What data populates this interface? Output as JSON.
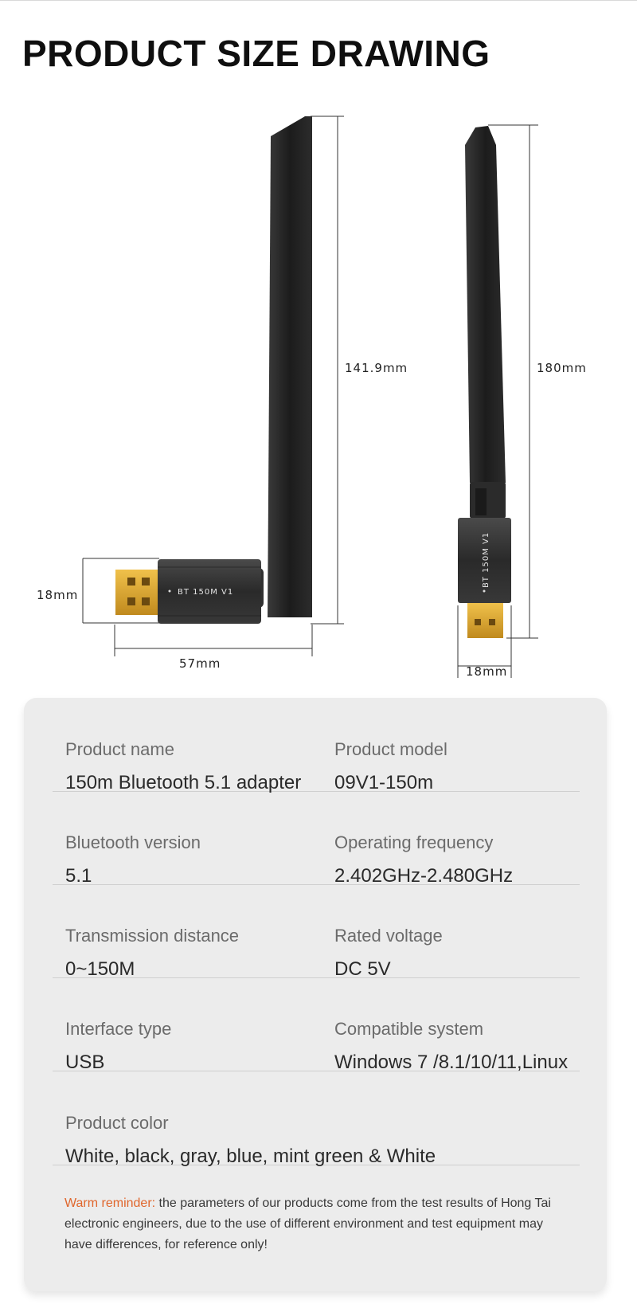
{
  "page": {
    "title": "PRODUCT SIZE DRAWING"
  },
  "drawing": {
    "side_view": {
      "device_print": "BT 150M V1",
      "height_label": "141.9mm",
      "body_height_label": "18mm",
      "length_label": "57mm"
    },
    "front_view": {
      "device_print": "BT 150M V1",
      "height_label": "180mm",
      "width_label": "18mm"
    }
  },
  "specs": {
    "rows": [
      [
        {
          "label": "Product name",
          "value": "150m Bluetooth 5.1 adapter"
        },
        {
          "label": "Product model",
          "value": "09V1-150m"
        }
      ],
      [
        {
          "label": "Bluetooth version",
          "value": "5.1"
        },
        {
          "label": "Operating frequency",
          "value": "2.402GHz-2.480GHz"
        }
      ],
      [
        {
          "label": "Transmission distance",
          "value": "0~150M"
        },
        {
          "label": "Rated voltage",
          "value": "DC 5V"
        }
      ],
      [
        {
          "label": "Interface type",
          "value": "USB"
        },
        {
          "label": "Compatible system",
          "value": "Windows 7 /8.1/10/11,Linux"
        }
      ],
      [
        {
          "label": "Product color",
          "value": "White, black, gray, blue, mint green & White"
        }
      ]
    ],
    "reminder": {
      "prefix": "Warm reminder:",
      "text": " the parameters of our products come from the test results of Hong Tai electronic engineers, due to the use of different environment and test equipment may have differences, for reference only!"
    }
  },
  "colors": {
    "accent": "#e0662c",
    "card_background": "#ececec",
    "device_body": "#2c2c2c",
    "usb_gold": "#d9a531"
  }
}
